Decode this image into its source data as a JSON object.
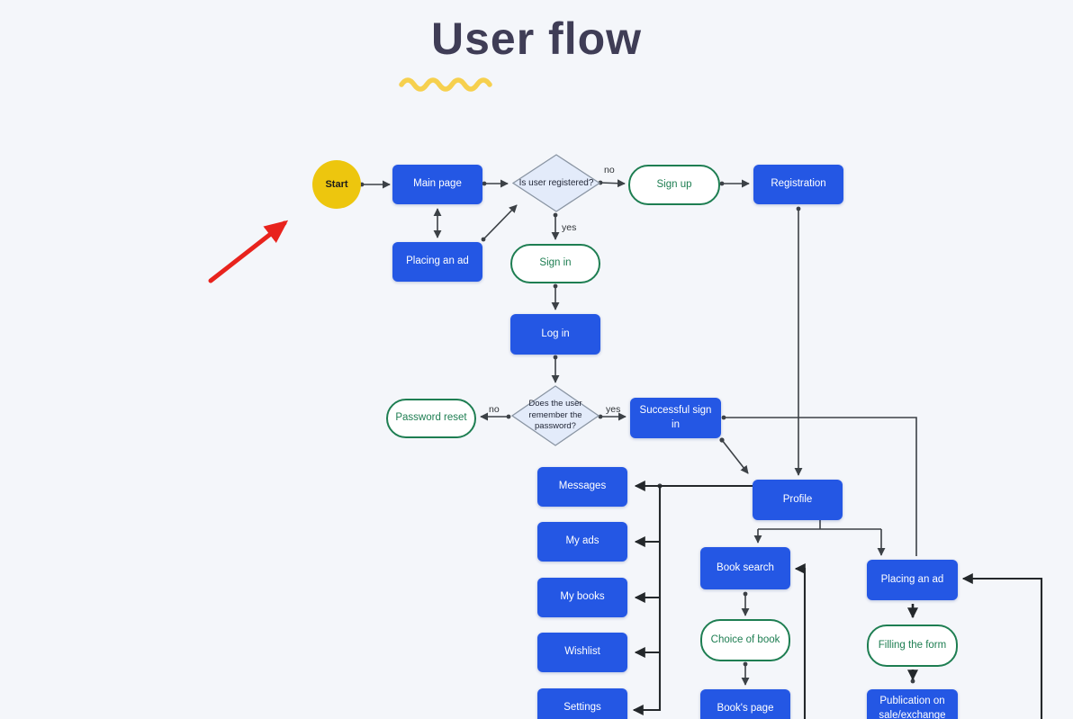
{
  "page": {
    "title": "User flow"
  },
  "colors": {
    "background": "#f4f6fa",
    "node_blue": "#2457e4",
    "node_green_outline": "#1e7e52",
    "start_yellow": "#edc60e",
    "diamond_fill": "#e3ebfa",
    "diamond_border": "#8a95a3",
    "connector": "#3c4146",
    "annotation_red": "#e8231d",
    "title_text": "#3f3d56",
    "squiggle_yellow": "#f6d04e"
  },
  "flowchart": {
    "nodes": {
      "start": "Start",
      "main_page": "Main page",
      "placing_an_ad_top": "Placing an ad",
      "is_user_registered": "Is user registered?",
      "sign_up": "Sign up",
      "registration": "Registration",
      "sign_in": "Sign in",
      "log_in": "Log in",
      "remember_password": "Does the user remember the password?",
      "password_reset": "Password reset",
      "successful_sign_in": "Successful sign in",
      "profile": "Profile",
      "messages": "Messages",
      "my_ads": "My ads",
      "my_books": "My books",
      "wishlist": "Wishlist",
      "settings": "Settings",
      "book_search": "Book search",
      "choice_of_book": "Choice of book",
      "books_page": "Book's page",
      "placing_an_ad_right": "Placing an ad",
      "filling_the_form": "Filling the form",
      "publication": "Publication on sale/exchange"
    },
    "edge_labels": {
      "registered_no": "no",
      "registered_yes": "yes",
      "remember_no": "no",
      "remember_yes": "yes"
    }
  }
}
